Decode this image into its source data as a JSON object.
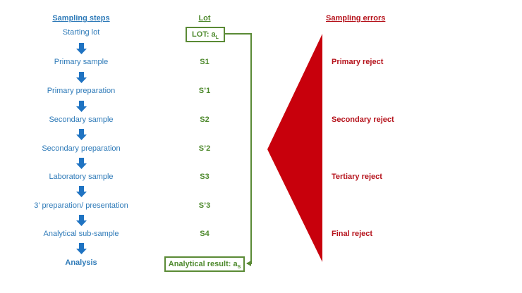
{
  "headers": {
    "steps": "Sampling steps",
    "lot": "Lot",
    "errors": "Sampling errors"
  },
  "steps": [
    "Starting lot",
    "Primary sample",
    "Primary preparation",
    "Secondary sample",
    "Secondary preparation",
    "Laboratory sample",
    "3’ preparation/ presentation",
    "Analytical sub-sample",
    "Analysis"
  ],
  "lots": {
    "start_box": {
      "text": "LOT: a",
      "sub": "L"
    },
    "items": [
      "S1",
      "S’1",
      "S2",
      "S’2",
      "S3",
      "S’3",
      "S4"
    ],
    "end_box": {
      "text": "Analytical result: a",
      "sub": "S"
    }
  },
  "errors": [
    "Primary reject",
    "Secondary reject",
    "Tertiary reject",
    "Final reject"
  ],
  "colors": {
    "steps_blue": "#2e7ab8",
    "arrow_blue": "#1f73c2",
    "lot_green": "#4f8a2e",
    "error_red": "#b5121b",
    "triangle_red": "#c8000c"
  }
}
